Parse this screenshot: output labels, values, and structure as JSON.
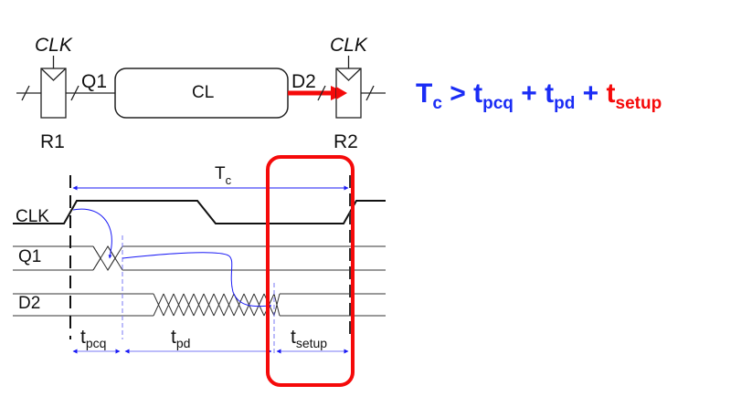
{
  "circuit": {
    "register_left": {
      "name": "R1",
      "clock_label": "CLK",
      "output_label": "Q1"
    },
    "logic_block": {
      "label": "CL"
    },
    "register_right": {
      "name": "R2",
      "clock_label": "CLK",
      "input_label": "D2"
    },
    "critical_path_color": "#f50a0a"
  },
  "formula": {
    "lhs": "T",
    "lhs_sub": "c",
    "op": " > ",
    "term1": "t",
    "term1_sub": "pcq",
    "plus1": " + ",
    "term2": "t",
    "term2_sub": "pd",
    "plus2": " + ",
    "term3": "t",
    "term3_sub": "setup",
    "color_main": "#1a2cf5",
    "color_highlight": "#f50a0a"
  },
  "timing": {
    "period_label": "T",
    "period_sub": "c",
    "signals": [
      {
        "name": "CLK"
      },
      {
        "name": "Q1"
      },
      {
        "name": "D2"
      }
    ],
    "intervals": [
      {
        "label": "t",
        "sub": "pcq"
      },
      {
        "label": "t",
        "sub": "pd"
      },
      {
        "label": "t",
        "sub": "setup"
      }
    ],
    "arrow_color": "#1a1af5",
    "highlight_box_color": "#f50a0a"
  }
}
